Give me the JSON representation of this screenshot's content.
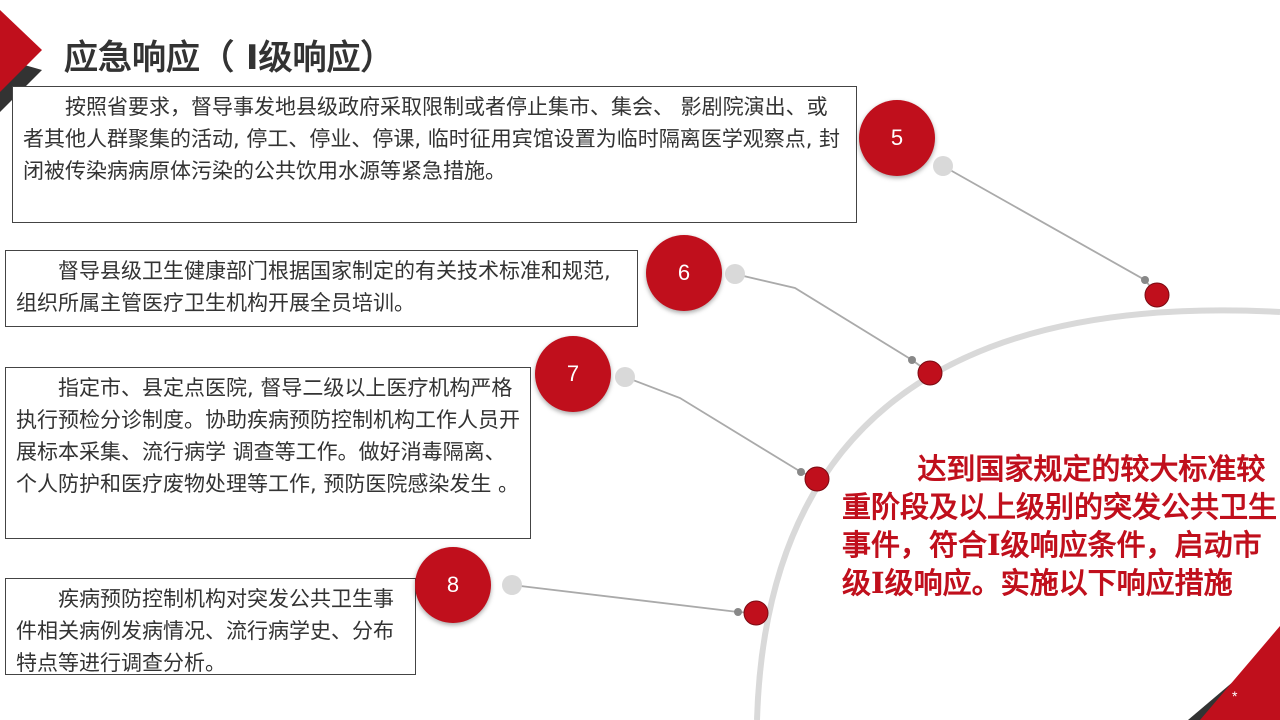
{
  "slide": {
    "title": "应急响应（ Ⅰ级响应）",
    "measures": [
      {
        "number": "5",
        "text": "按照省要求，督导事发地县级政府采取限制或者停止集市、集会、 影剧院演出、或者其他人群聚集的活动, 停工、停业、停课, 临时征用宾馆设置为临时隔离医学观察点, 封闭被传染病病原体污染的公共饮用水源等紧急措施。"
      },
      {
        "number": "6",
        "text": "督导县级卫生健康部门根据国家制定的有关技术标准和规范, 组织所属主管医疗卫生机构开展全员培训。"
      },
      {
        "number": "7",
        "text": "指定市、县定点医院, 督导二级以上医疗机构严格执行预检分诊制度。协助疾病预防控制机构工作人员开展标本采集、流行病学  调查等工作。做好消毒隔离、个人防护和医疗废物处理等工作, 预防医院感染发生  。"
      },
      {
        "number": "8",
        "text": "疾病预防控制机构对突发公共卫生事件相关病例发病情况、流行病学史、分布特点等进行调查分析。"
      }
    ],
    "summary": "达到国家规定的较大标准较重阶段及以上级别的突发公共卫生事件，符合Ⅰ级响应条件，启动市级Ⅰ级响应。实施以下响应措施",
    "page_marker": "*",
    "colors": {
      "accent": "#c00f1c",
      "dark": "#333333",
      "connector": "#aaaaaa",
      "dot": "#d9d9d9"
    }
  }
}
